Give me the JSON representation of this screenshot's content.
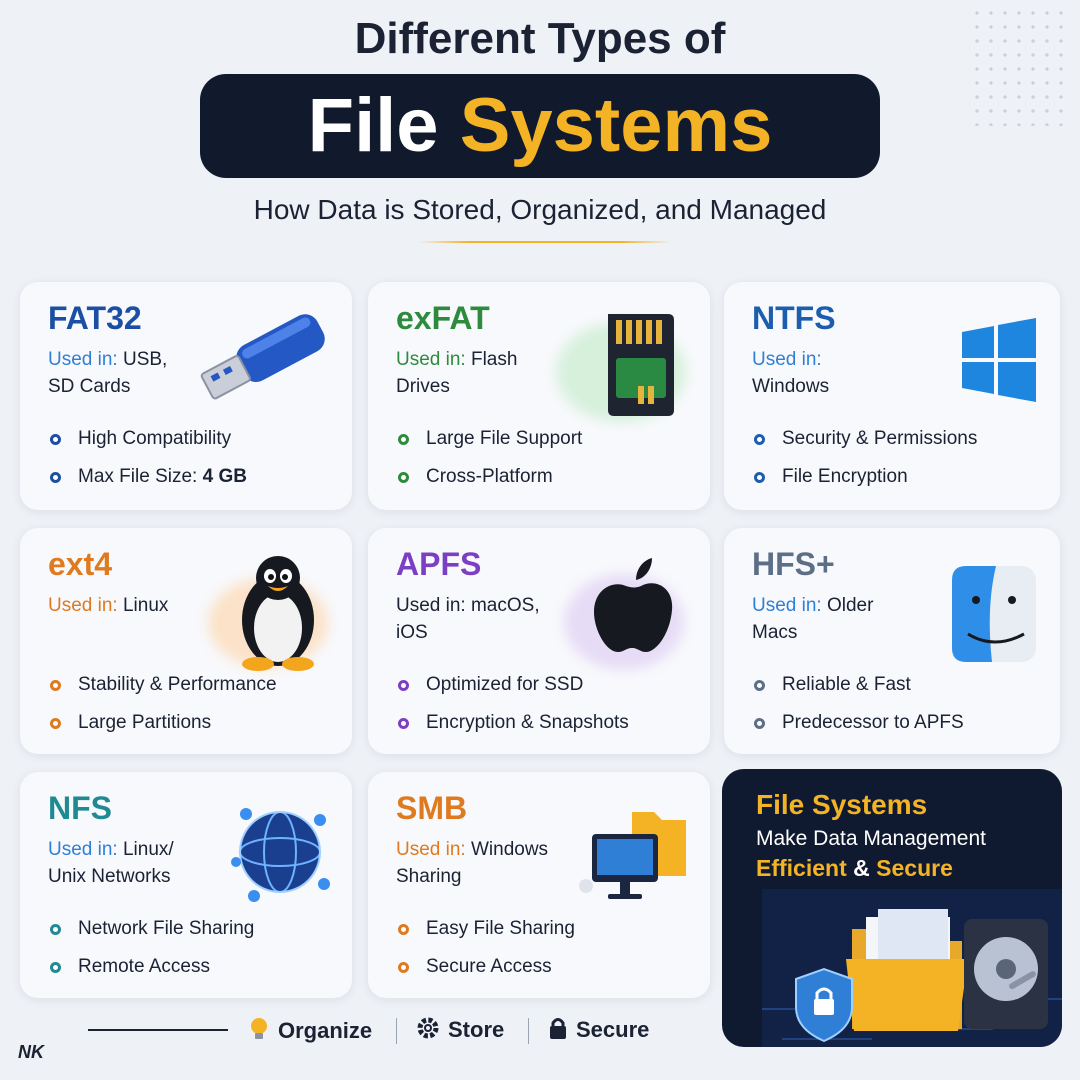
{
  "header": {
    "title_line1": "Different Types of",
    "title_white": "File",
    "title_yellow": "Systems",
    "subtitle": "How Data is Stored, Organized, and Managed"
  },
  "cards": [
    {
      "name": "FAT32",
      "used_label": "Used in:",
      "used_value": "USB,",
      "used_value2": "SD Cards",
      "features": [
        "High Compatibility",
        "Max File Size:",
        "4 GB"
      ],
      "accent": "#1c4fa3",
      "icon": "usb-drive-icon"
    },
    {
      "name": "exFAT",
      "used_label": "Used in:",
      "used_value": "Flash",
      "used_value2": "Drives",
      "features": [
        "Large File Support",
        "Cross-Platform"
      ],
      "accent": "#2e8b3e",
      "icon": "sd-card-icon"
    },
    {
      "name": "NTFS",
      "used_label": "Used in:",
      "used_value": "",
      "used_value2": "Windows",
      "features": [
        "Security & Permissions",
        "File Encryption"
      ],
      "accent": "#1c5db0",
      "icon": "windows-logo-icon"
    },
    {
      "name": "ext4",
      "used_label": "Used in:",
      "used_value": "Linux",
      "used_value2": "",
      "features": [
        "Stability & Performance",
        "Large Partitions"
      ],
      "accent": "#e07a1f",
      "icon": "linux-penguin-icon"
    },
    {
      "name": "APFS",
      "used_label": "Used in:",
      "used_value": "macOS,",
      "used_value2": "iOS",
      "features": [
        "Optimized for SSD",
        "Encryption & Snapshots"
      ],
      "accent": "#7b3fc4",
      "icon": "apple-logo-icon"
    },
    {
      "name": "HFS+",
      "used_label": "Used in:",
      "used_value": "Older",
      "used_value2": "Macs",
      "features": [
        "Reliable & Fast",
        "Predecessor to APFS"
      ],
      "accent": "#5c6f86",
      "icon": "finder-icon"
    },
    {
      "name": "NFS",
      "used_label": "Used in:",
      "used_value": "Linux/",
      "used_value2": "Unix Networks",
      "features": [
        "Network File Sharing",
        "Remote Access"
      ],
      "accent": "#1f8a92",
      "icon": "network-globe-icon"
    },
    {
      "name": "SMB",
      "used_label": "Used in:",
      "used_value": "Windows",
      "used_value2": "Sharing",
      "features": [
        "Easy File Sharing",
        "Secure Access"
      ],
      "accent": "#e07a1f",
      "icon": "shared-folder-computer-icon"
    }
  ],
  "promo": {
    "heading": "File Systems",
    "line2": "Make Data Management",
    "word_efficient": "Efficient",
    "amp": "&",
    "word_secure": "Secure"
  },
  "footer": {
    "items": [
      {
        "label": "Organize",
        "icon": "lightbulb-icon"
      },
      {
        "label": "Store",
        "icon": "gear-icon"
      },
      {
        "label": "Secure",
        "icon": "lock-icon"
      }
    ],
    "signature": "NK"
  },
  "colors": {
    "yellow": "#f4b324",
    "navy": "#101a2c"
  }
}
